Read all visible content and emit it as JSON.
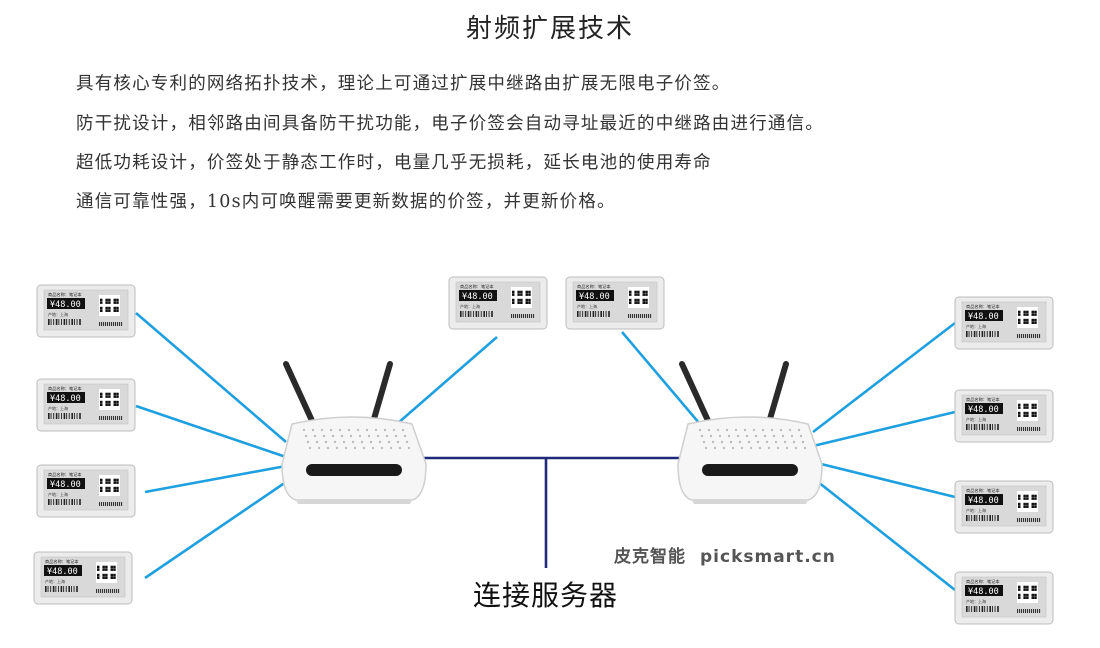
{
  "title": "射频扩展技术",
  "description_lines": [
    "具有核心专利的网络拓扑技术，理论上可通过扩展中继路由扩展无限电子价签。",
    "防干扰设计，相邻路由间具备防干扰功能，电子价签会自动寻址最近的中继路由进行通信。",
    "超低功耗设计，价签处于静态工作时，电量几乎无损耗，延长电池的使用寿命",
    "通信可靠性强，10s内可唤醒需要更新数据的价签，并更新价格。"
  ],
  "server_label": "连接服务器",
  "brand": {
    "cn": "皮克智能",
    "en": "picksmart.cn"
  },
  "price_tag": {
    "header": "商品名称：笔记本",
    "price": "¥48.00",
    "origin": "产地：上海"
  },
  "colors": {
    "link_line": "#1ea0e0",
    "backbone_line": "#1f2a7a",
    "tag_frame": "#ececec",
    "screen": "#d9d9d9"
  }
}
